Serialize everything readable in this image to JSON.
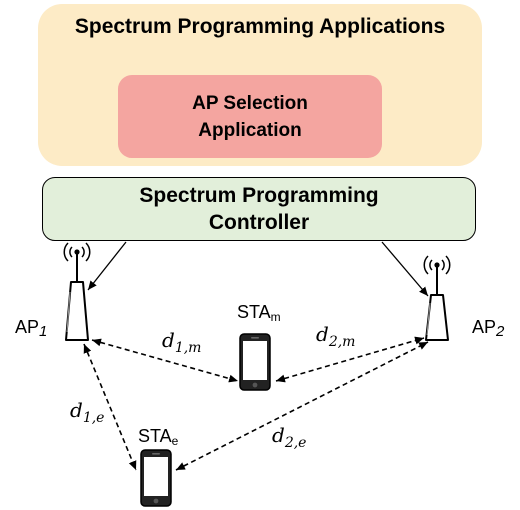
{
  "colors": {
    "apps_fill": "#fdebc6",
    "selection_fill": "#f4a5a0",
    "controller_fill": "#e2efda",
    "stroke": "#000000"
  },
  "apps_box": {
    "title": "Spectrum Programming Applications"
  },
  "selection_box": {
    "line1": "AP Selection",
    "line2": "Application"
  },
  "controller_box": {
    "line1": "Spectrum Programming",
    "line2": "Controller"
  },
  "nodes": {
    "ap1": {
      "label": "AP",
      "sub": "1"
    },
    "ap2": {
      "label": "AP",
      "sub": "2"
    },
    "sta_m": {
      "label": "STA",
      "sub": "m"
    },
    "sta_e": {
      "label": "STA",
      "sub": "e"
    }
  },
  "distances": {
    "d1m": {
      "base": "d",
      "sub": "1,m"
    },
    "d2m": {
      "base": "d",
      "sub": "2,m"
    },
    "d1e": {
      "base": "d",
      "sub": "1,e"
    },
    "d2e": {
      "base": "d",
      "sub": "2,e"
    }
  },
  "icons": {
    "access_point": "wifi-access-point-icon",
    "station": "smartphone-icon"
  }
}
